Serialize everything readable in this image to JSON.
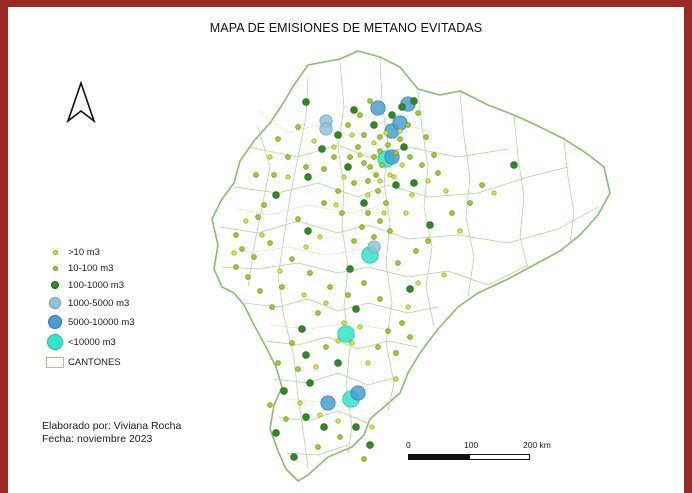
{
  "title": "MAPA  DE EMISIONES DE METANO EVITADAS",
  "legend": {
    "items": [
      {
        "label": ">10 m3",
        "color": "#cfe83a",
        "stroke": "#8aa61e"
      },
      {
        "label": "10-100 m3",
        "color": "#9ccc2c",
        "stroke": "#6f9a1a"
      },
      {
        "label": "100-1000 m3",
        "color": "#2e8b23",
        "stroke": "#1f6a17"
      },
      {
        "label": "1000-5000 m3",
        "color": "#8fc3d6",
        "stroke": "#6aa3ba"
      },
      {
        "label": "5000-10000 m3",
        "color": "#4a9fd0",
        "stroke": "#2f7fae"
      },
      {
        "label": "<10000 m3",
        "color": "#2ee6c8",
        "stroke": "#1cbfa4"
      },
      {
        "label": "CANTONES",
        "color": "#ffffff",
        "stroke": "#9fce8a"
      }
    ]
  },
  "credits": {
    "author": "Elaborado por: Viviana Rocha",
    "date": "Fecha: noviembre 2023"
  },
  "scale": {
    "labels": [
      "0",
      "100",
      "200 km"
    ]
  },
  "icons": {
    "north_arrow": "north-arrow-icon"
  }
}
